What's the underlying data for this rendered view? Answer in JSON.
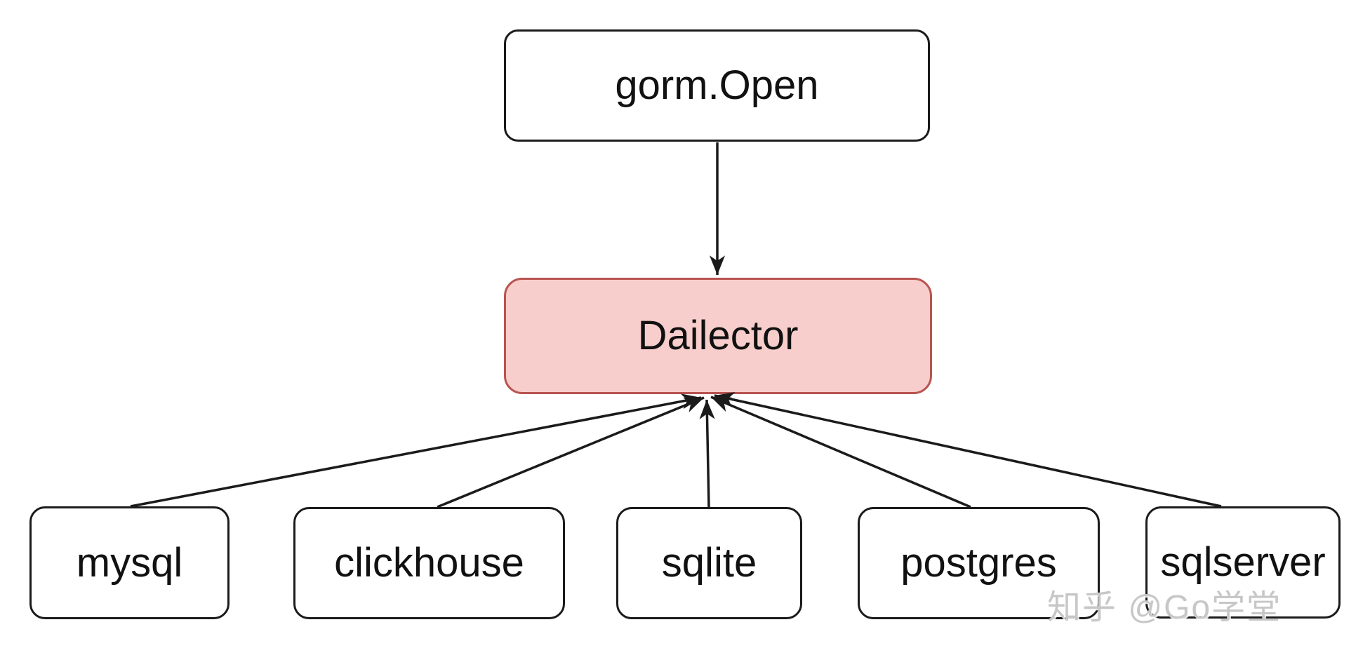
{
  "diagram": {
    "type": "flowchart",
    "root": {
      "label": "gorm.Open"
    },
    "dialector": {
      "label": "Dailector",
      "fill_color": "#f8cecc",
      "border_color": "#b85450"
    },
    "drivers": [
      {
        "label": "mysql"
      },
      {
        "label": "clickhouse"
      },
      {
        "label": "sqlite"
      },
      {
        "label": "postgres"
      },
      {
        "label": "sqlserver"
      }
    ],
    "edges": [
      {
        "from": "gorm.Open",
        "to": "Dailector"
      },
      {
        "from": "mysql",
        "to": "Dailector"
      },
      {
        "from": "clickhouse",
        "to": "Dailector"
      },
      {
        "from": "sqlite",
        "to": "Dailector"
      },
      {
        "from": "postgres",
        "to": "Dailector"
      },
      {
        "from": "sqlserver",
        "to": "Dailector"
      }
    ],
    "edge_color": "#1b1b1b"
  },
  "watermark": {
    "text": "知乎 @Go学堂",
    "color": "#c7c7c7"
  }
}
